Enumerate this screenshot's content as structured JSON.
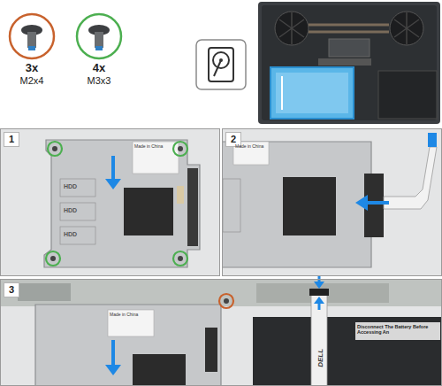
{
  "diagram": {
    "nodes": [
      {
        "text": [
          "3x",
          "M2x4"
        ]
      },
      {
        "text": [
          "4x",
          "M3x3"
        ]
      },
      {
        "text": [
          "1"
        ]
      },
      {
        "text": [
          "2"
        ]
      },
      {
        "text": [
          "3"
        ]
      }
    ],
    "labels": [
      "Made in China",
      "HDD",
      "HDD",
      "HDD",
      "Made in China",
      "Made in China",
      "DELL",
      "Disconnect The Battery Before Accessing An"
    ]
  }
}
